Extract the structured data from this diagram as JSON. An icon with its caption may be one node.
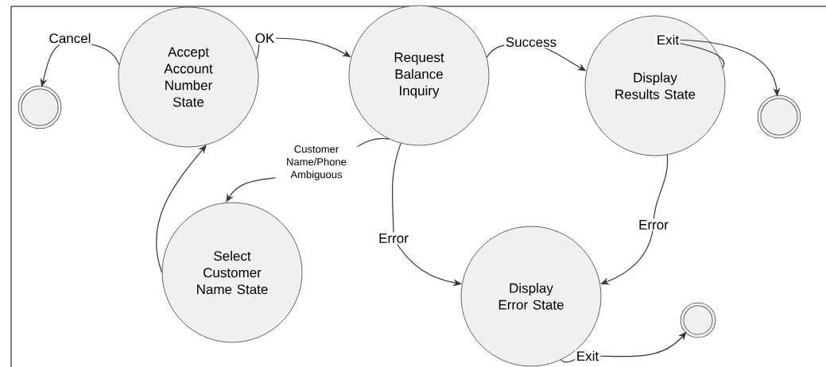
{
  "diagram": {
    "nodes": [
      {
        "text": [],
        "shape": "circle"
      },
      {
        "text": [
          "Accept Account Number State"
        ]
      },
      {
        "text": [
          "Request Balance Inquiry"
        ]
      },
      {
        "text": [
          "Display Results State"
        ]
      },
      {
        "text": [],
        "shape": "circle"
      },
      {
        "text": [
          "Select Customer Name State"
        ]
      },
      {
        "text": [
          "Display Error State"
        ]
      },
      {
        "text": [],
        "shape": "circle"
      }
    ],
    "edges": [
      {
        "from": 1,
        "to": 0,
        "arrow": "to",
        "label": "Cancel"
      },
      {
        "from": 1,
        "to": 2,
        "arrow": "to",
        "label": "OK"
      },
      {
        "from": 2,
        "to": 3,
        "arrow": "to",
        "label": "Success"
      },
      {
        "from": 3,
        "to": 4,
        "arrow": "to",
        "label": "Exit"
      },
      {
        "from": 2,
        "to": 5,
        "arrow": "to",
        "label": "Customer Name/Phone Ambiguous"
      },
      {
        "from": 5,
        "to": 1,
        "arrow": "to"
      },
      {
        "from": 2,
        "to": 6,
        "arrow": "to",
        "label": "Error"
      },
      {
        "from": 3,
        "to": 6,
        "arrow": "to",
        "label": "Error"
      },
      {
        "from": 6,
        "to": 7,
        "arrow": "to",
        "label": "Exit"
      }
    ]
  }
}
